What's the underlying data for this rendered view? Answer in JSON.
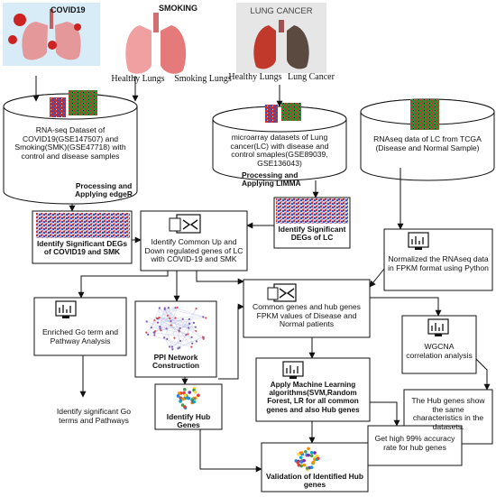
{
  "images": {
    "covid": {
      "title": "COVID19"
    },
    "smoking": {
      "title": "SMOKING",
      "left_caption": "Healthy Lungs",
      "right_caption": "Smoking Lungs"
    },
    "lung_cancer": {
      "title": "LUNG CANCER",
      "left_caption": "Healthy Lungs",
      "right_caption": "Lung Cancer"
    }
  },
  "datasets": {
    "rnaseq_covid_smk": "RNA-seq Dataset of COVID19(GSE147507) and Smoking(SMK)(GSE47718) with control and disease samples",
    "microarray_lc": "microarray datasets of Lung cancer(LC) with disease and control smaples(GSE89039, GSE136043)",
    "tcga_lc": "RNAseq data of LC from TCGA (Disease and Normal Sample)"
  },
  "processing": {
    "edger": "Processing and Applying edgeR",
    "limma": "Processing and Applying LIMMA"
  },
  "steps": {
    "degs_covid_smk": "Identify Significant DEGs of COVID19 and SMK",
    "common_up_down": "Identify Common Up and Down regulated genes of LC with COVID-19 and SMK",
    "degs_lc": "Identify Significant DEGs of LC",
    "normalized_fpkm": "Normalized the RNAseq data in FPKM format using Python",
    "common_hub_fpkm": "Common genes and hub genes FPKM values of Disease and Normal patients",
    "enriched_go": "Enriched Go term and Pathway Analysis",
    "ppi_network": "PPI Network Construction",
    "wgcna": "WGCNA correlation analysis",
    "ml": "Apply Machine Learning algorithms(SVM,Random Forest, LR for all common genes and also Hub genes",
    "sig_go_terms": "Identify significant Go terms and Pathways",
    "hub_genes": "Identify Hub Genes",
    "hub_same": "The Hub genes show the same characteristics in the datasets.",
    "accuracy": "Get high 99% accuracy rate for hub genes",
    "validation": "Validation of Identified Hub genes"
  },
  "colors": {
    "stroke": "#111111",
    "heatmap_red": "#d03030",
    "heatmap_blue": "#3050c0",
    "heatmap_green": "#1a9a2a",
    "lung_pink": "#e88a8a",
    "covid_bg": "#d7ecf7",
    "virus_red": "#cc2222",
    "cancer_bg": "#e6e6e6",
    "cancer_title": "#444444"
  },
  "icons": [
    "merge-icon",
    "monitor-chart-icon",
    "heatmap-icon",
    "gene-cluster-icon",
    "ppi-network-icon",
    "virus-icon",
    "lungs-icon"
  ]
}
